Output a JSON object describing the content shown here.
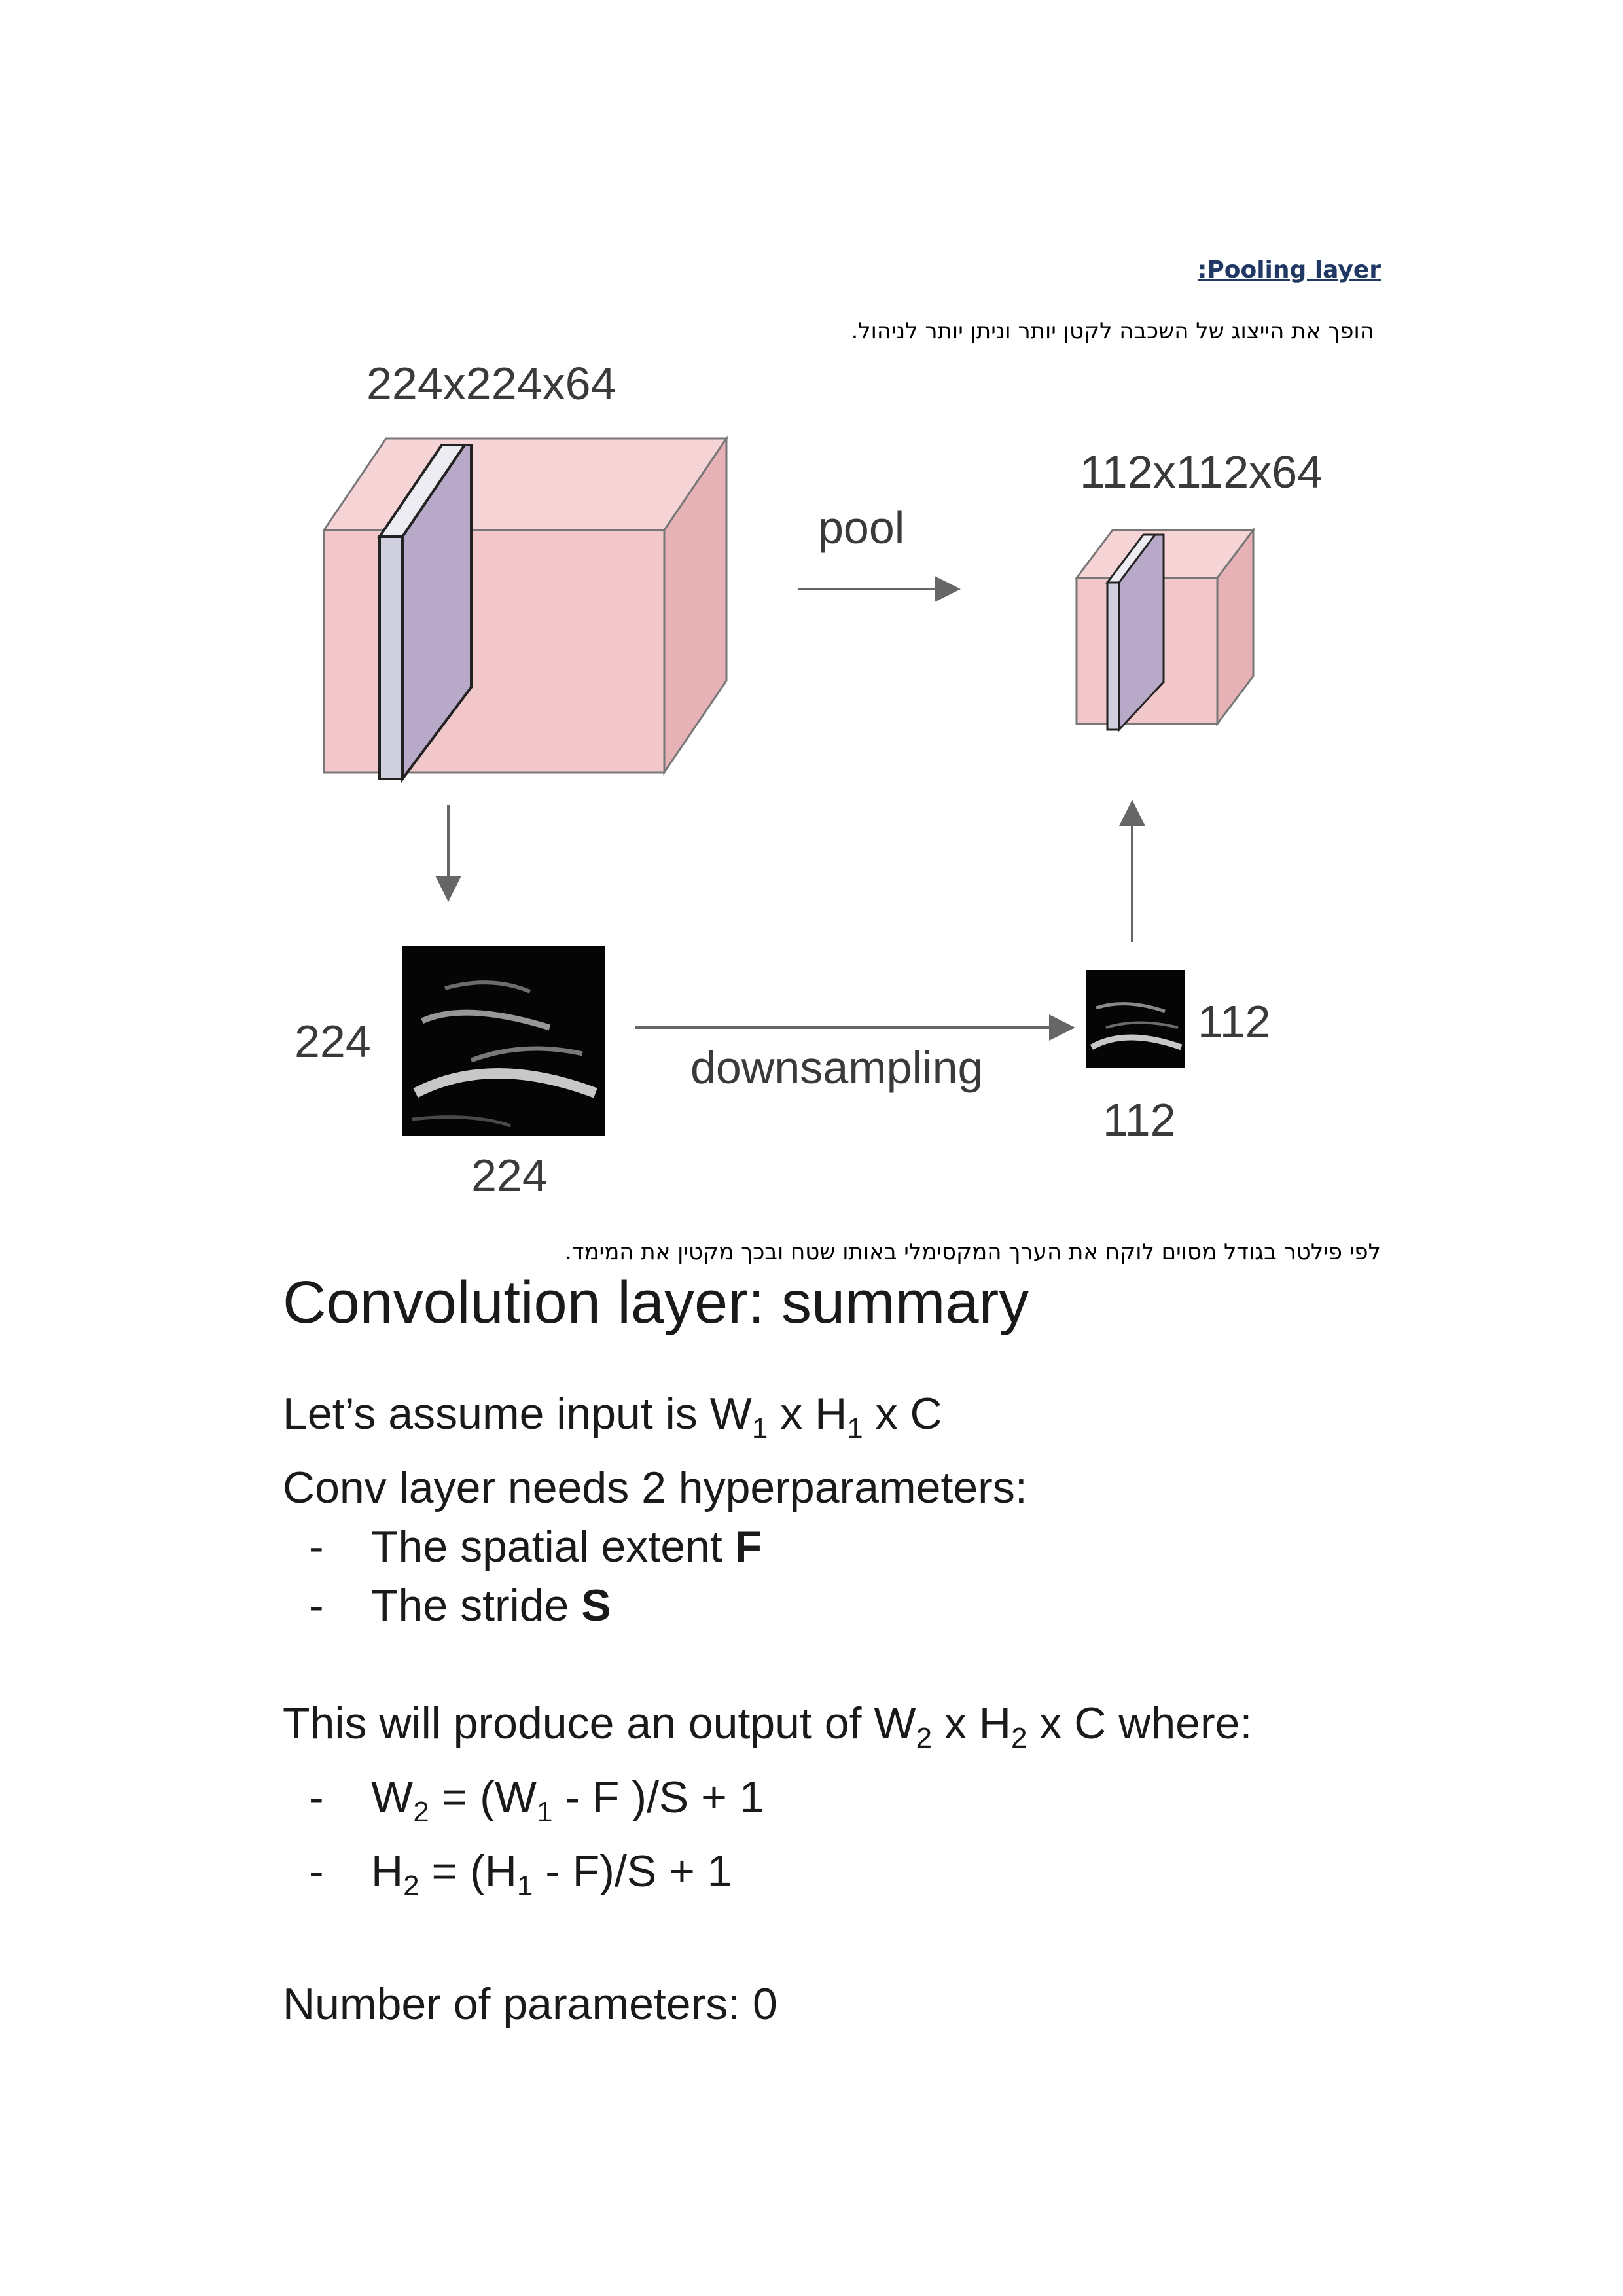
{
  "heading": ":Pooling layer",
  "intro_text": "הופך את הייצוג של השכבה לקטן יותר וניתן יותר לניהול.",
  "figure": {
    "big_cube_label": "224x224x64",
    "small_cube_label": "112x112x64",
    "pool_label": "pool",
    "downsampling_label": "downsampling",
    "left_image_side_label": "224",
    "left_image_bottom_label": "224",
    "right_image_side_label": "112",
    "right_image_bottom_label": "112"
  },
  "explanation_text": "לפי פילטר בגודל מסוים לוקח את הערך המקסימלי באותו שטח ובכך מקטין את המימד.",
  "summary": {
    "title": "Convolution layer: summary",
    "assume_prefix": "Let’s assume input is W",
    "sub1": "1",
    "x_h": " x H",
    "x_c": " x C",
    "needs": "Conv layer needs 2 hyperparameters:",
    "dash": "-",
    "spatial_text": "The spatial extent ",
    "spatial_symbol": "F",
    "stride_text": "The stride ",
    "stride_symbol": "S",
    "produce_prefix": "This will produce an output of W",
    "sub2": "2",
    "produce_suffix": " x C where:",
    "w2_prefix": "W",
    "w2_mid": " = (W",
    "w2_end": " - F )/S + 1",
    "h2_prefix": "H",
    "h2_mid": " = (H",
    "h2_end": " - F)/S + 1",
    "params": "Number of parameters: 0"
  }
}
